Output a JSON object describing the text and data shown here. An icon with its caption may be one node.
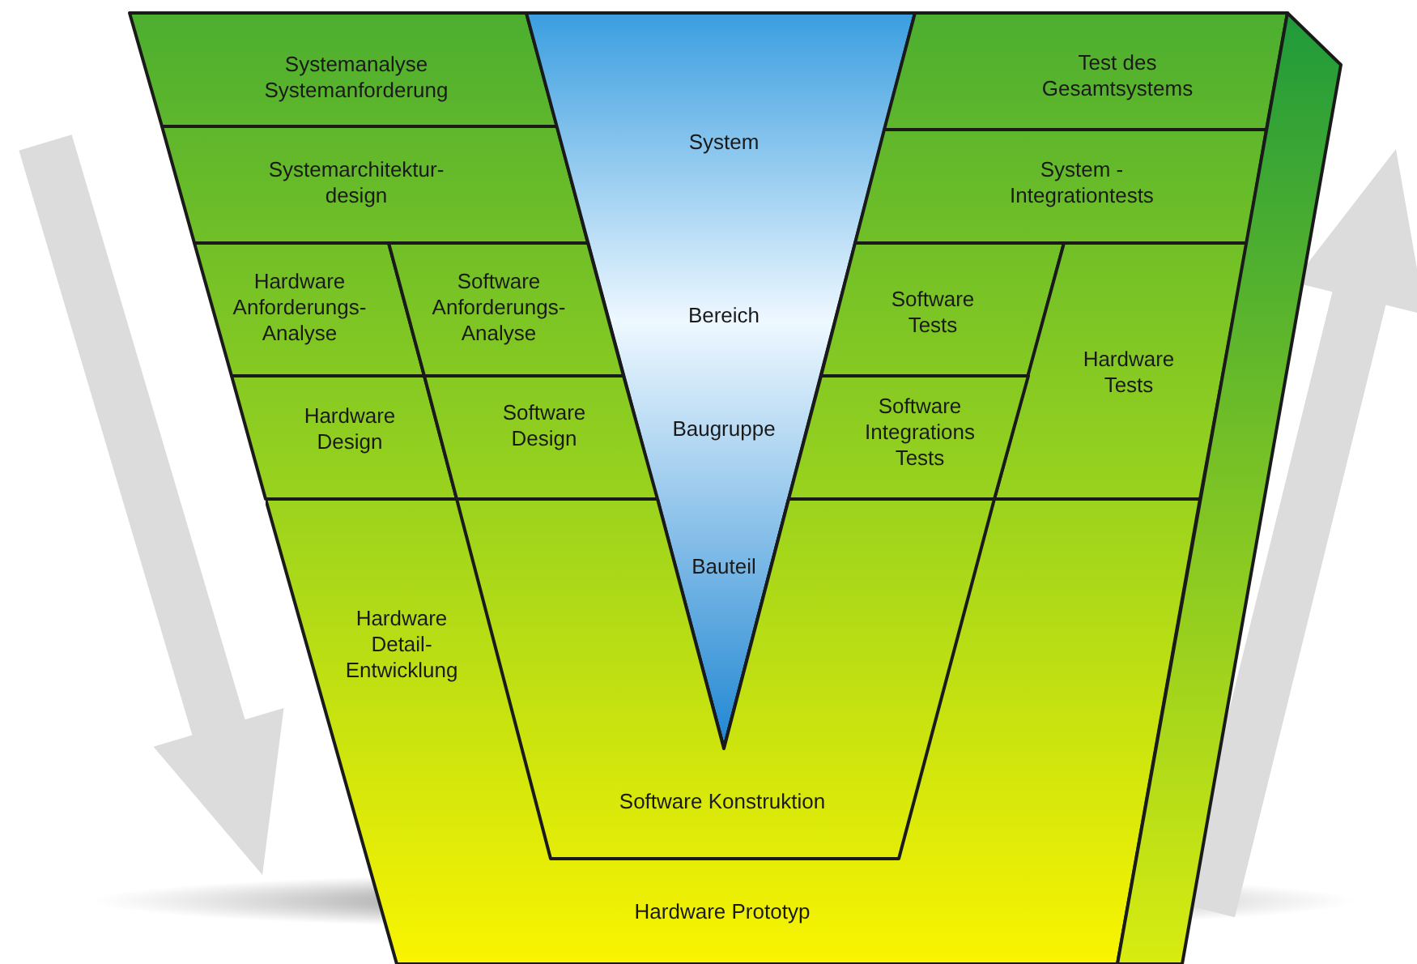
{
  "diagram": {
    "nodes": [
      {
        "text": [
          "Systemanalyse Systemanforderung"
        ]
      },
      {
        "text": [
          "Systemarchitektur-design"
        ]
      },
      {
        "text": [
          "System",
          "Bereich",
          "Baugruppe",
          "Bauteil"
        ]
      },
      {
        "text": [
          "Test des Gesamtsystems"
        ]
      },
      {
        "text": [
          "System - Integrationtests"
        ]
      },
      {
        "text": [
          "Hardware Anforderungs-Analyse"
        ]
      },
      {
        "text": [
          "Software Anforderungs-Analyse"
        ]
      },
      {
        "text": [
          "Hardware Design"
        ]
      },
      {
        "text": [
          "Software Design"
        ]
      },
      {
        "text": [
          "Software Tests"
        ]
      },
      {
        "text": [
          "Hardware Tests"
        ]
      },
      {
        "text": [
          "Software Integrations Tests"
        ]
      },
      {
        "text": [
          "Hardware Detail-Entwicklung",
          "Hardware Prototyp"
        ]
      },
      {
        "text": [
          "Software Konstruktion"
        ],
        "in": 12
      },
      {
        "text": [],
        "shape": "box"
      }
    ]
  }
}
